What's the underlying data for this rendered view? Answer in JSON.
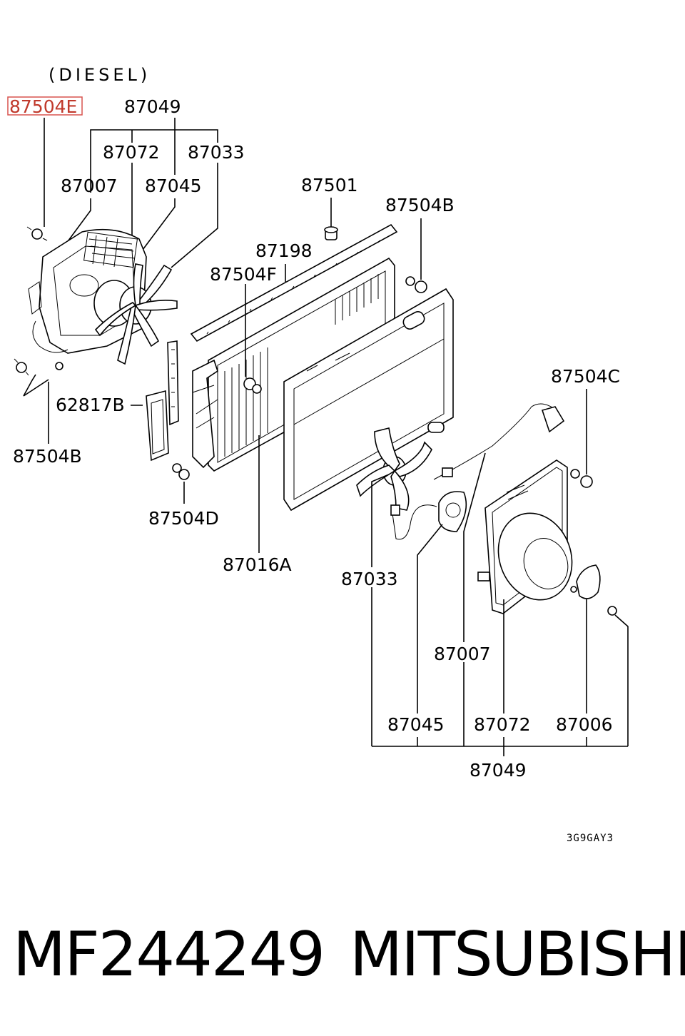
{
  "header": "(DIESEL)",
  "selected_part": "87504E",
  "callouts": {
    "top_group": "87049",
    "top_shroud": "87072",
    "top_fan": "87033",
    "top_motor_assy": "87007",
    "top_motor": "87045",
    "cap": "87501",
    "top_bolt_right": "87504B",
    "seal": "87198",
    "condenser_bolt": "87504F",
    "right_bolt": "87504C",
    "bracket": "62817B",
    "left_bolt_bottom": "87504B",
    "lower_bolt": "87504D",
    "condenser": "87016A",
    "fan": "87033",
    "motor_assy": "87007",
    "motor": "87045",
    "shroud": "87072",
    "resistor": "87006",
    "bottom_group": "87049"
  },
  "diagram_code": "3G9GAY3",
  "footer": {
    "part_number": "MF244249",
    "brand": "MITSUBISHI"
  },
  "colors": {
    "highlight": "#c0392b",
    "line": "#000000"
  }
}
